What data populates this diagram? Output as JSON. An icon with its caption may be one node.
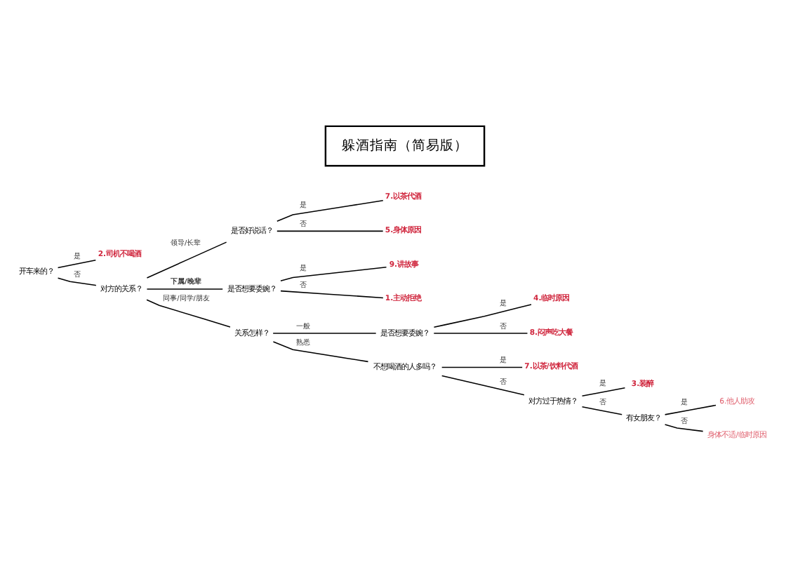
{
  "diagram": {
    "nodes": [
      {
        "text": [
          "躲酒指南（简易版）"
        ]
      },
      {
        "text": [
          "开车来的？"
        ]
      },
      {
        "text": [
          "2.司机不喝酒"
        ]
      },
      {
        "text": [
          "对方的关系？"
        ]
      },
      {
        "text": [
          "是否好说话？"
        ]
      },
      {
        "text": [
          "7.以茶代酒"
        ]
      },
      {
        "text": [
          "5.身体原因"
        ]
      },
      {
        "text": [
          "是否想要委婉？"
        ]
      },
      {
        "text": [
          "9.讲故事"
        ]
      },
      {
        "text": [
          "1.主动拒绝"
        ]
      },
      {
        "text": [
          "关系怎样？"
        ]
      },
      {
        "text": [
          "是否想要委婉？"
        ]
      },
      {
        "text": [
          "4.临时原因"
        ]
      },
      {
        "text": [
          "8.闷声吃大餐"
        ]
      },
      {
        "text": [
          "不想喝酒的人多吗？"
        ]
      },
      {
        "text": [
          "7.以茶/饮料代酒"
        ]
      },
      {
        "text": [
          "对方过于热情？"
        ]
      },
      {
        "text": [
          "3.装醉"
        ]
      },
      {
        "text": [
          "有女朋友？"
        ]
      },
      {
        "text": [
          "6.他人助攻"
        ]
      },
      {
        "text": [
          "身体不适/临时原因"
        ]
      }
    ],
    "edges": [
      {
        "from": 1,
        "to": 2,
        "arrow": "none",
        "label": "是"
      },
      {
        "from": 1,
        "to": 3,
        "arrow": "none",
        "label": "否"
      },
      {
        "from": 3,
        "to": 4,
        "arrow": "none",
        "label": "领导/长辈"
      },
      {
        "from": 3,
        "to": 7,
        "arrow": "none",
        "label": "下属/晚辈"
      },
      {
        "from": 3,
        "to": 10,
        "arrow": "none",
        "label": "同事/同学/朋友"
      },
      {
        "from": 4,
        "to": 5,
        "arrow": "none",
        "label": "是"
      },
      {
        "from": 4,
        "to": 6,
        "arrow": "none",
        "label": "否"
      },
      {
        "from": 7,
        "to": 8,
        "arrow": "none",
        "label": "是"
      },
      {
        "from": 7,
        "to": 9,
        "arrow": "none",
        "label": "否"
      },
      {
        "from": 10,
        "to": 11,
        "arrow": "none",
        "label": "一般"
      },
      {
        "from": 10,
        "to": 14,
        "arrow": "none",
        "label": "熟悉"
      },
      {
        "from": 11,
        "to": 12,
        "arrow": "none",
        "label": "是"
      },
      {
        "from": 11,
        "to": 13,
        "arrow": "none",
        "label": "否"
      },
      {
        "from": 14,
        "to": 15,
        "arrow": "none",
        "label": "是"
      },
      {
        "from": 14,
        "to": 16,
        "arrow": "none",
        "label": "否"
      },
      {
        "from": 16,
        "to": 17,
        "arrow": "none",
        "label": "是"
      },
      {
        "from": 16,
        "to": 18,
        "arrow": "none",
        "label": "否"
      },
      {
        "from": 18,
        "to": 19,
        "arrow": "none",
        "label": "是"
      },
      {
        "from": 18,
        "to": 20,
        "arrow": "none",
        "label": "否"
      }
    ]
  }
}
